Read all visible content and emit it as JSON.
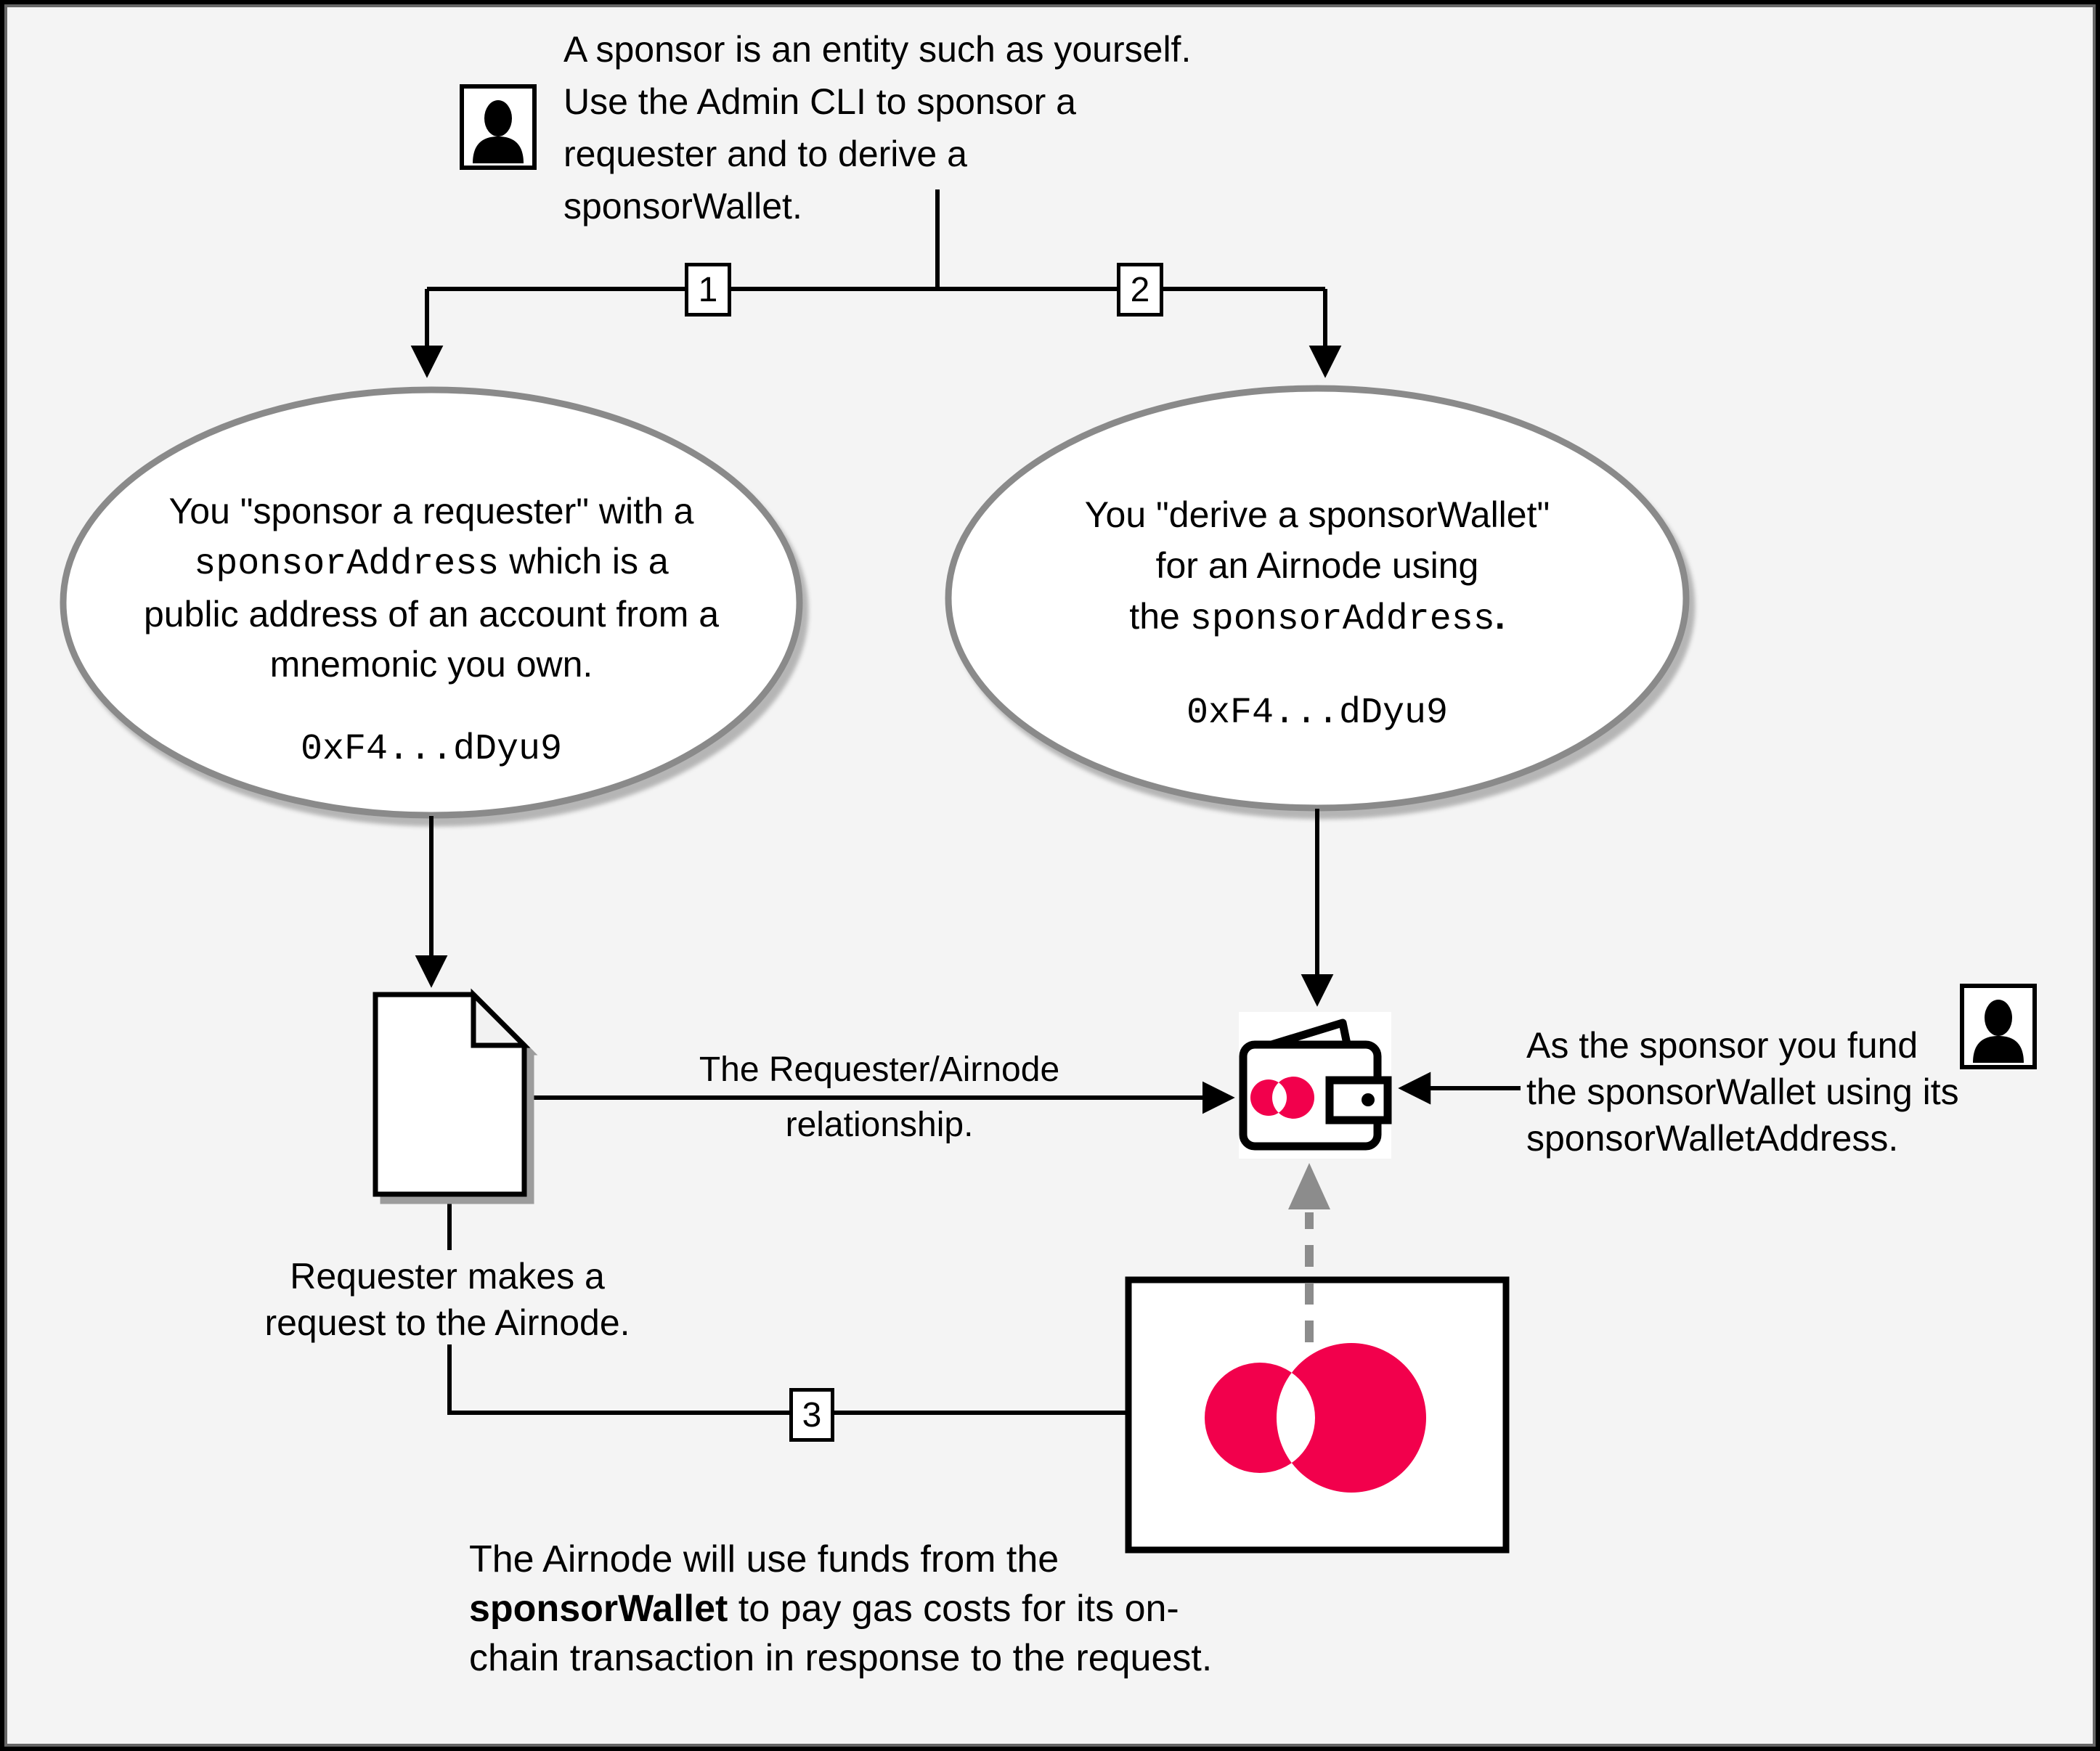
{
  "colors": {
    "background": "#f4f4f4",
    "frame_outer": "#000000",
    "frame_inner": "#666666",
    "brand_pink": "#F2004C",
    "ellipse_stroke": "#8a8a8a",
    "dashed_arrow_gray": "#8c8c8c",
    "line_black": "#000000"
  },
  "icons": {
    "sponsor_person_top": "person-icon",
    "sponsor_person_right": "person-icon",
    "requester_document": "document-icon",
    "sponsor_wallet": "wallet-icon",
    "airnode": "airnode-logo-circles"
  },
  "admin_note": {
    "lines": [
      "A sponsor is an entity such as yourself.",
      "Use the Admin CLI to sponsor a",
      "requester and to derive a",
      "sponsorWallet."
    ]
  },
  "step_labels": {
    "step1": "1",
    "step2": "2",
    "step3": "3"
  },
  "sponsor_requester_ellipse": {
    "line1": "You \"sponsor a requester\" with a",
    "line2_code": "sponsorAddress",
    "line2_rest": " which is a",
    "line3": "public address of an account from a",
    "line4": "mnemonic you own.",
    "address": "0xF4...dDyu9"
  },
  "derive_wallet_ellipse": {
    "line1": "You \"derive a sponsorWallet\"",
    "line2": "for an Airnode using",
    "line3_pre": "the ",
    "line3_code": "sponsorAddress",
    "line3_post": ".",
    "address": "0xF4...dDyu9"
  },
  "relationship_label": {
    "line1": "The Requester/Airnode",
    "line2": "relationship."
  },
  "requester_note": {
    "line1": "Requester makes a",
    "line2": "request to the Airnode."
  },
  "fund_note": {
    "line1": "As the sponsor you fund",
    "line2": "the sponsorWallet using its",
    "line3": "sponsorWalletAddress."
  },
  "airnode_note": {
    "line1": "The Airnode will use funds from the",
    "bold": "sponsorWallet",
    "line2_rest": " to pay gas costs for its on-",
    "line3": "chain transaction in response to the request."
  }
}
